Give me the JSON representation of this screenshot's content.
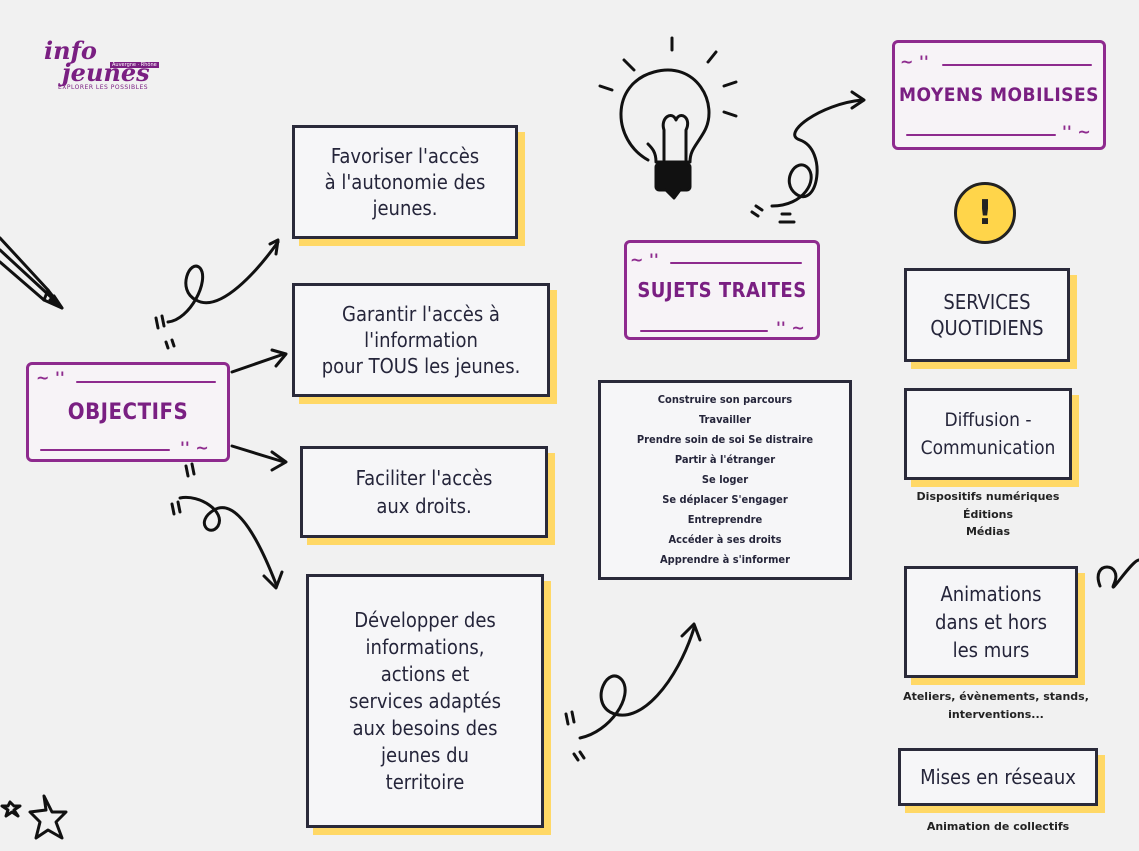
{
  "logo": {
    "line1": "info",
    "line2": "jeunes",
    "region": "Auvergne · Rhône",
    "tagline": "EXPLORER LES POSSIBLES"
  },
  "objectifs": {
    "title": "OBJECTIFS",
    "quote_open": "~ ''",
    "quote_close": "'' ~",
    "items": [
      "Favoriser l'accès\nà l'autonomie des\njeunes.",
      "Garantir l'accès à\nl'information\npour TOUS les jeunes.",
      "Faciliter l'accès\naux droits.",
      "Développer des\ninformations,\nactions et\nservices adaptés\naux besoins des\njeunes du\nterritoire"
    ]
  },
  "sujets": {
    "title": "SUJETS TRAITES",
    "quote_open": "~ ''",
    "quote_close": "'' ~",
    "items": [
      "Construire son parcours",
      "Travailler",
      "Prendre soin de soi Se distraire",
      "Partir à l'étranger",
      "Se loger",
      "Se déplacer S'engager",
      "Entreprendre",
      "Accéder à ses droits",
      "Apprendre à s'informer"
    ]
  },
  "moyens": {
    "title": "MOYENS MOBILISES",
    "quote_open": "~ ''",
    "quote_close": "'' ~",
    "services_title": "SERVICES\nQUOTIDIENS",
    "alert_glyph": "!",
    "blocks": [
      {
        "title": "Diffusion -\nCommunication",
        "details": "Dispositifs numériques\nÉditions\nMédias"
      },
      {
        "title": "Animations\ndans et hors\nles murs",
        "details": "Ateliers, évènements, stands,\ninterventions..."
      },
      {
        "title": "Mises en réseaux",
        "details": "Animation de collectifs"
      }
    ]
  },
  "colors": {
    "accent": "#8e2a8e",
    "box_shadow": "#ffd866",
    "ink": "#1f1f2e",
    "background": "#f1f1f1"
  }
}
